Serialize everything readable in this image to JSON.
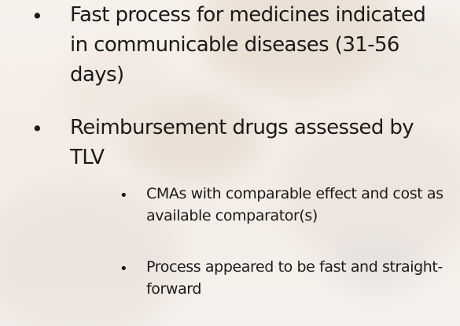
{
  "slide": {
    "bullets": [
      {
        "text": "Fast process for medicines indicated in communicable diseases (31-56 days)",
        "marker": "•"
      },
      {
        "text": "Reimbursement drugs assessed by TLV",
        "marker": "•",
        "sub": [
          {
            "text": "CMAs with comparable effect and cost as available comparator(s)",
            "marker": "•"
          },
          {
            "text": "Process appeared to be fast and straight-forward",
            "marker": "•"
          }
        ]
      }
    ]
  },
  "colors": {
    "text": "#1c1a18",
    "background": "#efe6dc"
  }
}
